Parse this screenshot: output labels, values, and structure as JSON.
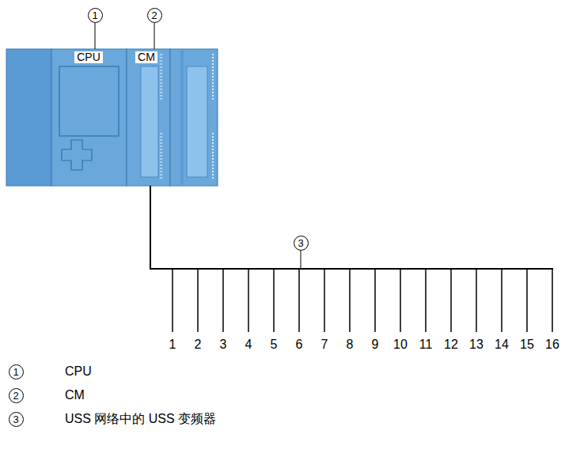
{
  "diagram": {
    "nodes": [
      {
        "text": [
          "CPU"
        ]
      },
      {
        "text": [
          "CM"
        ]
      }
    ],
    "labels": [
      "1",
      "2",
      "3",
      "1",
      "2",
      "3",
      "4",
      "5",
      "6",
      "7",
      "8",
      "9",
      "10",
      "11",
      "12",
      "13",
      "14",
      "15",
      "16",
      "1",
      "CPU",
      "2",
      "CM",
      "3",
      "USS 网络中的 USS 变频器"
    ]
  }
}
